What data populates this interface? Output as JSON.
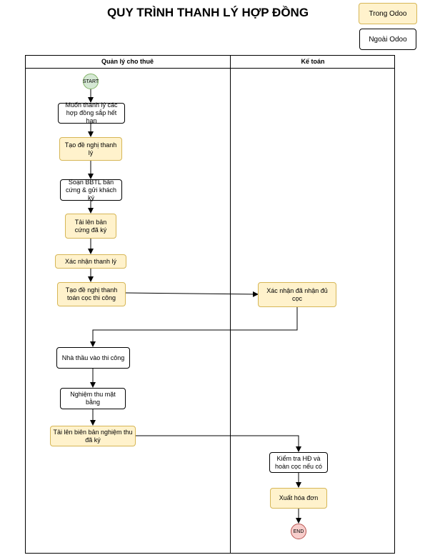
{
  "title": "QUY TRÌNH THANH LÝ HỢP ĐỒNG",
  "legend": {
    "in_odoo": "Trong Odoo",
    "out_odoo": "Ngoài Odoo"
  },
  "lanes": {
    "left": "Quản lý cho thuê",
    "right": "Kế toán"
  },
  "nodes": {
    "start": "START",
    "n1": "Muốn thanh lý các hợp đồng sắp hết hạn",
    "n2": "Tạo đề nghị thanh lý",
    "n3": "Soạn BBTL bản cứng & gửi khách ký",
    "n4": "Tải lên bản cứng đã ký",
    "n5": "Xác nhận thanh lý",
    "n6": "Tạo đề nghị thanh toán cọc thi công",
    "n7": "Xác nhận đã nhận đủ cọc",
    "n8": "Nhà thầu vào thi công",
    "n9": "Nghiệm thu mặt bằng",
    "n10": "Tải lên biên bản nghiệm thu đã ký",
    "n11": "Kiểm tra HĐ và hoàn cọc nếu có",
    "n12": "Xuất hóa đơn",
    "end": "END"
  },
  "colors": {
    "in_odoo_fill": "#fff2cc",
    "in_odoo_border": "#d6b656",
    "start_fill": "#d5e8d4",
    "end_fill": "#f8cecc"
  }
}
